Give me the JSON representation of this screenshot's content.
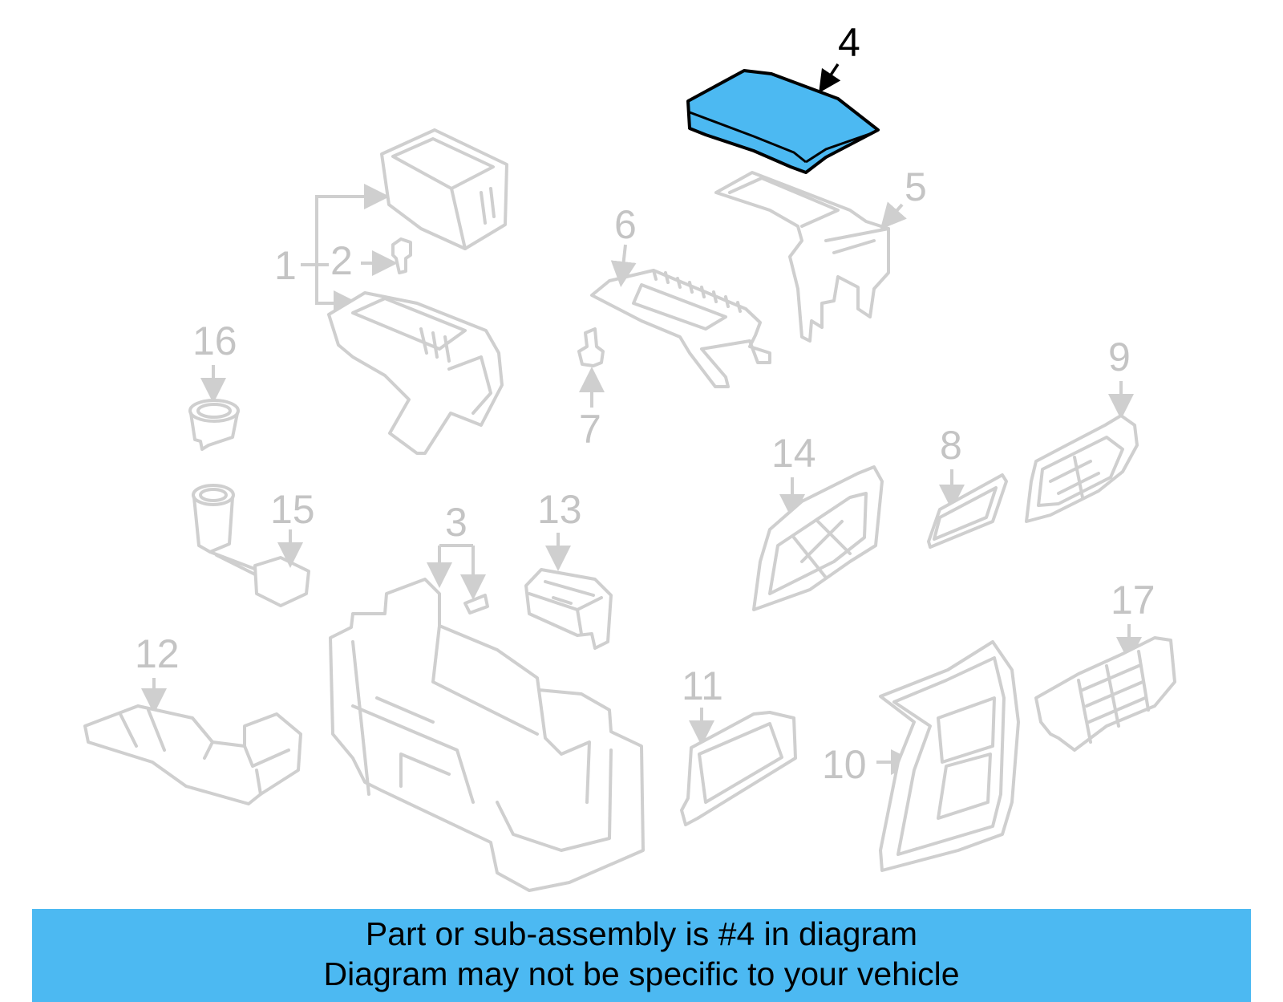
{
  "diagram": {
    "highlight_color": "#4cb9f2",
    "part_line_color": "#cfcfcf",
    "callouts": {
      "c1": "1",
      "c2": "2",
      "c3": "3",
      "c4": "4",
      "c5": "5",
      "c6": "6",
      "c7": "7",
      "c8": "8",
      "c9": "9",
      "c10": "10",
      "c11": "11",
      "c12": "12",
      "c13": "13",
      "c14": "14",
      "c15": "15",
      "c16": "16",
      "c17": "17"
    },
    "highlighted_part": "4"
  },
  "banner": {
    "line1": "Part or sub-assembly is #4 in diagram",
    "line2": "Diagram may not be specific to your vehicle"
  }
}
